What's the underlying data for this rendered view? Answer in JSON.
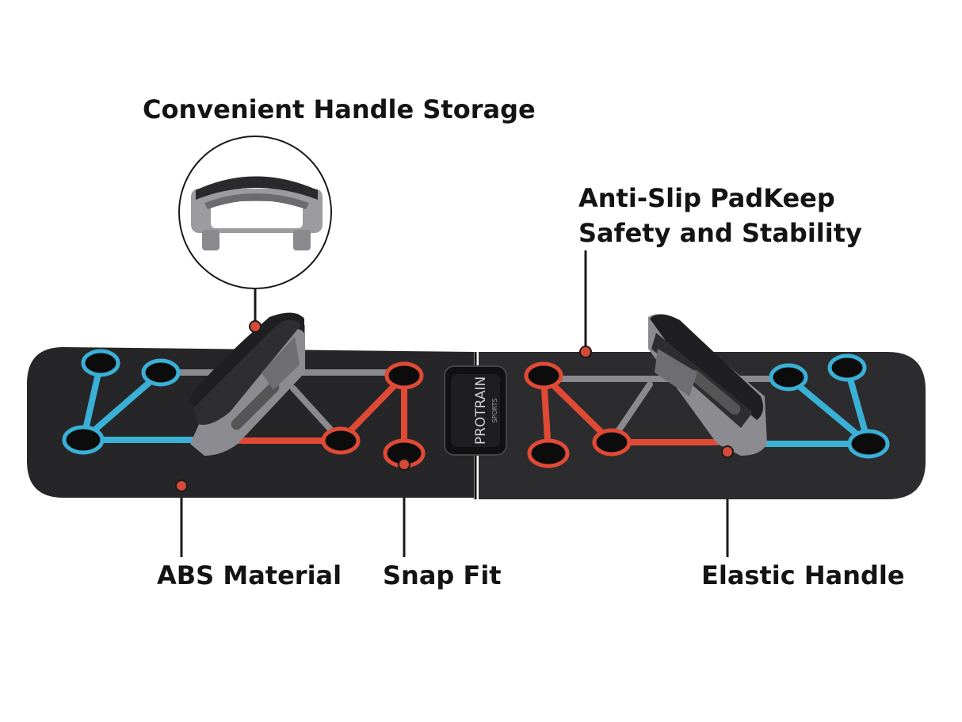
{
  "callouts": {
    "handle_storage": "Convenient Handle Storage",
    "anti_slip_line1": "Anti-Slip PadKeep",
    "anti_slip_line2": "Safety and Stability",
    "abs_material": "ABS Material",
    "snap_fit": "Snap Fit",
    "elastic_handle": "Elastic Handle"
  },
  "board": {
    "brand_line1": "PROTRAIN",
    "brand_line2": "SPORTS"
  },
  "colors": {
    "board": "#2a2a2c",
    "blue_track": "#3ab0d6",
    "red_track": "#e04a35",
    "gray_track": "#8a8a8e",
    "marker": "#d64a3a",
    "text": "#141414"
  }
}
